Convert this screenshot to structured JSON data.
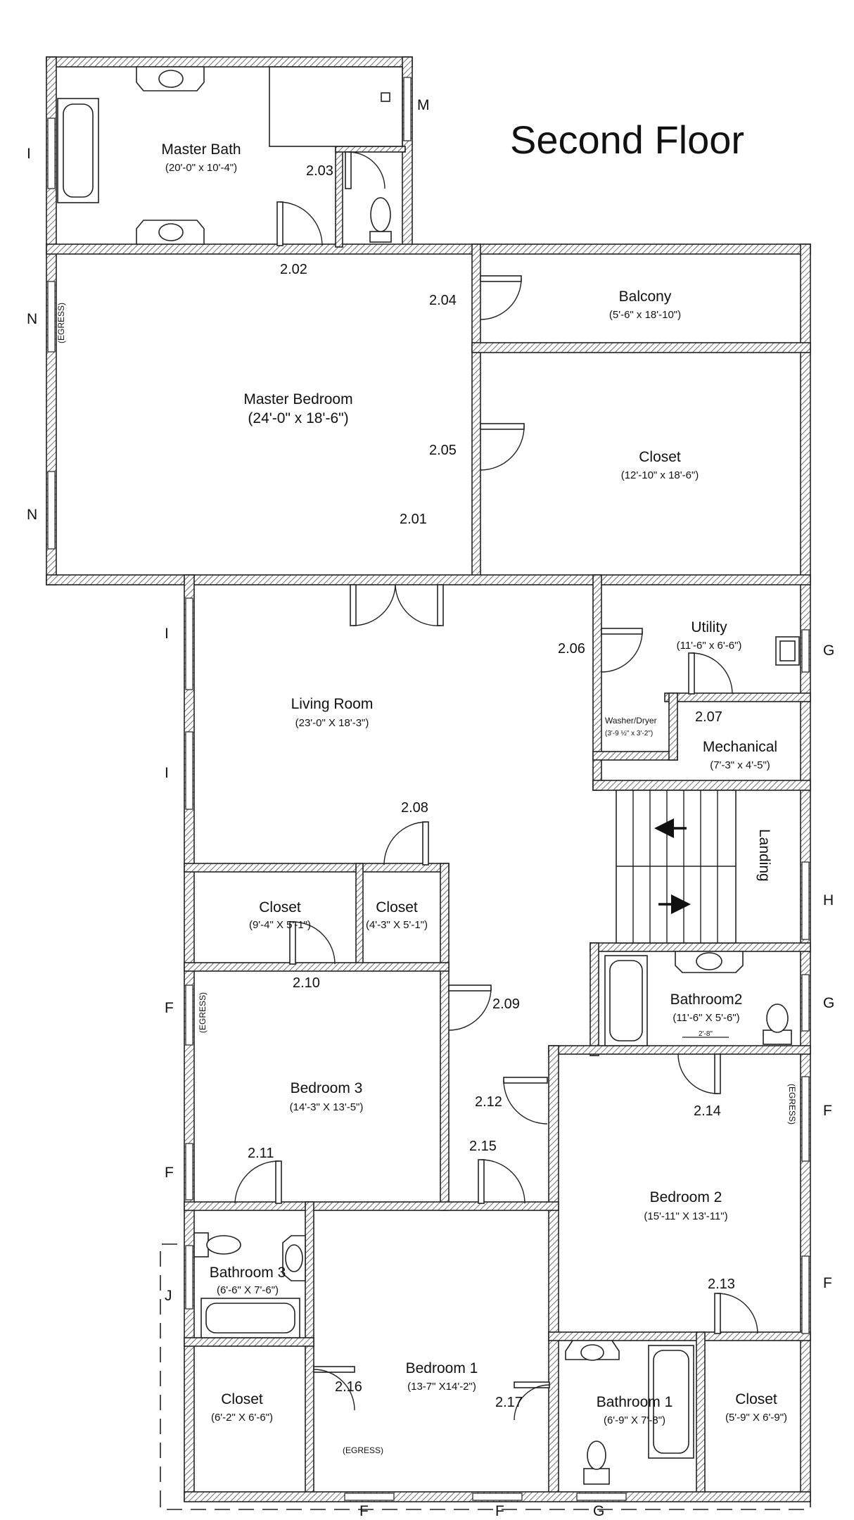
{
  "title": "Second Floor",
  "rooms": {
    "master_bath": {
      "name": "Master Bath",
      "dim": "(20'-0\" x 10'-4\")"
    },
    "master_bedroom": {
      "name": "Master Bedroom",
      "dim": "(24'-0\" x 18'-6\")"
    },
    "balcony": {
      "name": "Balcony",
      "dim": "(5'-6\" x 18'-10\")"
    },
    "closet_master": {
      "name": "Closet",
      "dim": "(12'-10\" x 18'-6\")"
    },
    "living_room": {
      "name": "Living Room",
      "dim": "(23'-0\" X 18'-3\")"
    },
    "utility": {
      "name": "Utility",
      "dim": "(11'-6\" x 6'-6\")"
    },
    "washer_dryer": {
      "name": "Washer/Dryer",
      "dim": "(3'-9 ½\" x 3'-2\")"
    },
    "mechanical": {
      "name": "Mechanical",
      "dim": "(7'-3\" x 4'-5\")"
    },
    "landing": {
      "name": "Landing"
    },
    "closet_a": {
      "name": "Closet",
      "dim": "(9'-4\" X 5'-1\")"
    },
    "closet_b": {
      "name": "Closet",
      "dim": "(4'-3\" X 5'-1\")"
    },
    "bedroom3": {
      "name": "Bedroom 3",
      "dim": "(14'-3\" X 13'-5\")"
    },
    "bathroom2": {
      "name": "Bathroom2",
      "dim": "(11'-6\" X 5'-6\")",
      "note": "2'-8\""
    },
    "bedroom2": {
      "name": "Bedroom 2",
      "dim": "(15'-11\" X 13'-11\")"
    },
    "bathroom3": {
      "name": "Bathroom 3",
      "dim": "(6'-6\" X 7'-6\")"
    },
    "closet_c": {
      "name": "Closet",
      "dim": "(6'-2\" X 6'-6\")"
    },
    "bedroom1": {
      "name": "Bedroom 1",
      "dim": "(13-7\" X14'-2\")"
    },
    "bathroom1": {
      "name": "Bathroom 1",
      "dim": "(6'-9\" X 7'-8\")"
    },
    "closet_d": {
      "name": "Closet",
      "dim": "(5'-9\" X 6'-9\")"
    }
  },
  "doors": [
    "2.01",
    "2.02",
    "2.03",
    "2.04",
    "2.05",
    "2.06",
    "2.07",
    "2.08",
    "2.09",
    "2.10",
    "2.11",
    "2.12",
    "2.13",
    "2.14",
    "2.15",
    "2.16",
    "2.17"
  ],
  "window_tags": {
    "mb_left": "I",
    "mb_right": "M",
    "bed_n1": "N",
    "bed_n2": "N",
    "lr_1": "I",
    "lr_2": "I",
    "util": "G",
    "landing": "H",
    "bath2": "G",
    "b3_1": "F",
    "b3_2": "F",
    "b2_1": "F",
    "b2_2": "F",
    "bath3": "J",
    "bot_1": "F",
    "bot_2": "F",
    "bot_3": "G"
  },
  "egress": "(EGRESS)"
}
